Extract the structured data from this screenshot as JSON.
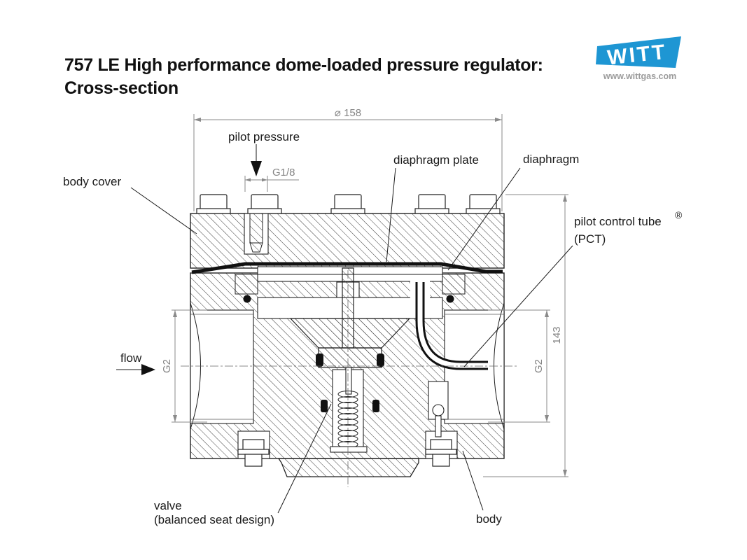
{
  "header": {
    "title_line1": "757 LE   High performance dome-loaded pressure regulator:",
    "title_line2": "Cross-section"
  },
  "logo": {
    "brand": "WITT",
    "website": "www.wittgas.com",
    "brand_color": "#1E96D3"
  },
  "labels": {
    "pilot_pressure": "pilot pressure",
    "diaphragm_plate": "diaphragm plate",
    "diaphragm": "diaphragm",
    "body_cover": "body cover",
    "pilot_control_tube": "pilot control tube",
    "registered_mark": "®",
    "pct": "(PCT)",
    "flow": "flow",
    "valve": "valve",
    "valve_detail": "(balanced seat design)",
    "body": "body"
  },
  "dimensions": {
    "diameter_top": "⌀ 158",
    "pilot_port_thread": "G1/8",
    "inlet_port_thread": "G2",
    "outlet_port_thread": "G2",
    "overall_height": "143"
  }
}
